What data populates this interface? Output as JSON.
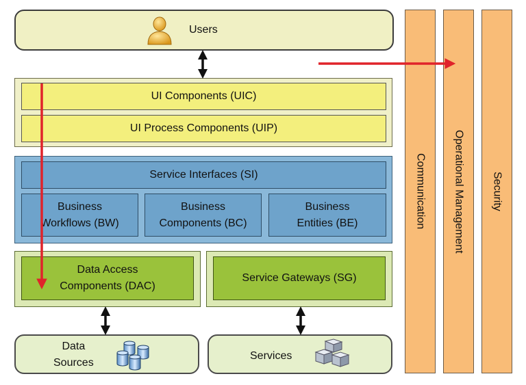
{
  "users": {
    "label": "Users",
    "icon": "user-icon"
  },
  "presentation": {
    "uic": "UI Components (UIC)",
    "uip": "UI Process Components (UIP)"
  },
  "business": {
    "si": "Service Interfaces (SI)",
    "bw": [
      "Business",
      "Workflows (BW)"
    ],
    "bc": [
      "Business",
      "Components (BC)"
    ],
    "be": [
      "Business",
      "Entities (BE)"
    ]
  },
  "data_layer": {
    "dac": [
      "Data Access",
      "Components (DAC)"
    ],
    "sg": "Service Gateways (SG)"
  },
  "external": {
    "data_sources": [
      "Data",
      "Sources"
    ],
    "data_sources_icon": "database-icon",
    "services": "Services",
    "services_icon": "cubes-icon"
  },
  "crosscutting": [
    "Communication",
    "Operational Management",
    "Security"
  ],
  "colors": {
    "users_fill": "#f0f0c4",
    "presentation_fill": "#f3ef7d",
    "business_fill": "#6ea3cb",
    "data_fill": "#9ac23b",
    "crosscutting_fill": "#f9bc77",
    "highlight_arrow": "#e0232a"
  }
}
